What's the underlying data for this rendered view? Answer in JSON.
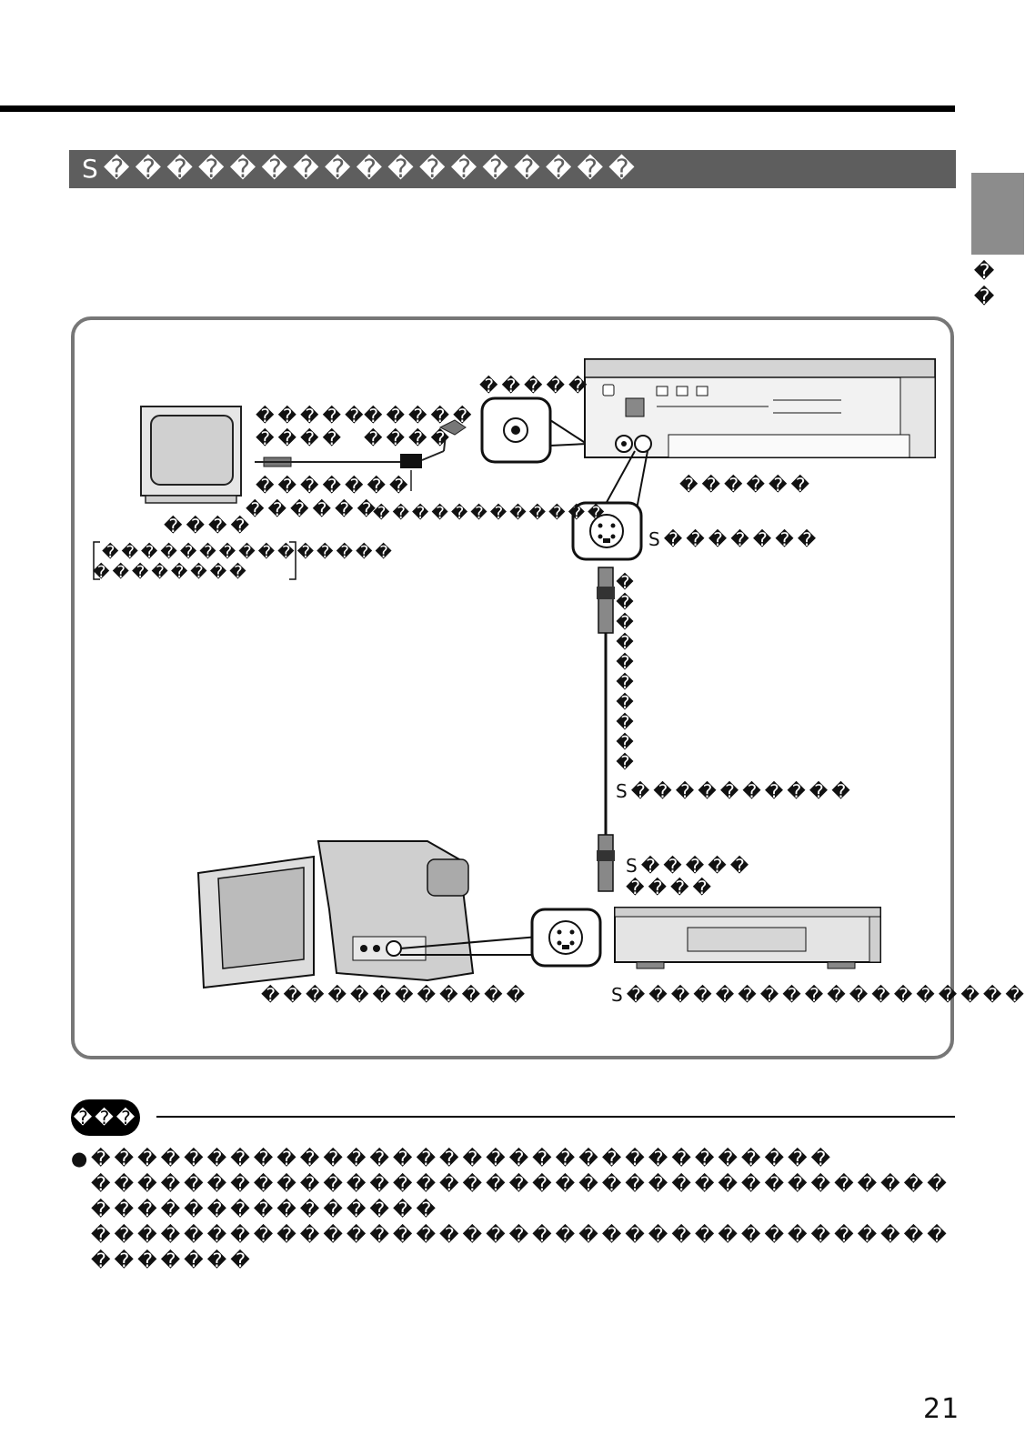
{
  "header": {
    "title": "S�����������������",
    "side_label": "��"
  },
  "labels": {
    "video_in": "�����",
    "tv_video_in_1": "�����",
    "tv_video_in_2": "����",
    "tv_audio_in_1": "�����",
    "tv_audio_in_2": "����",
    "tv_audio_plug": "�������",
    "tv_video_plug": "������",
    "audio_video_cable": "������������",
    "tv": "����",
    "tv_note_1": "���������������",
    "tv_note_2": "��������",
    "recorder": "������",
    "s_video_jack": "S�������",
    "s_cable_vertical": "����������",
    "s_cable": "S����������",
    "s_plug_1": "S�����",
    "s_plug_2": "����",
    "camcorder": "������������",
    "s_recorder": "S������������������"
  },
  "memo": {
    "badge": "���",
    "bullet": "●",
    "line1": "��������������������������������",
    "line2": "����������������������������������������������������",
    "line3": "��������������������������������������������"
  },
  "page_number": "21",
  "icons": [
    "tv-icon",
    "rca-jack-icon",
    "s-video-jack-icon",
    "camcorder-icon",
    "s-vhs-deck-icon",
    "dvd-recorder-icon"
  ]
}
